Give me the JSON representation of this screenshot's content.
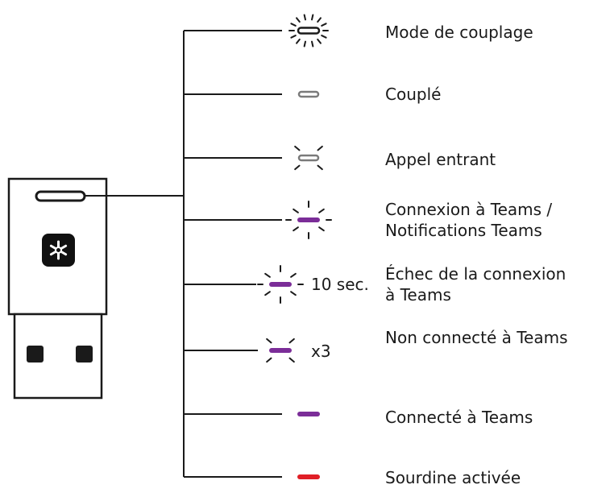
{
  "colors": {
    "line": "#1a1a1a",
    "led_white": "#ffffff",
    "led_outline": "#1a1a1a",
    "led_gray": "#7a7a7a",
    "led_purple": "#7b2d98",
    "led_red": "#e01f26",
    "device_body": "#ffffff",
    "device_outline": "#1a1a1a",
    "logo_bg": "#111111",
    "logo_fg": "#ffffff",
    "usb_contact": "#1a1a1a"
  },
  "device": {
    "logo_icon": "teams-star-icon"
  },
  "states": [
    {
      "id": "pairing",
      "lines": [
        "Mode de couplage"
      ],
      "led": "white-outline",
      "blink": "full-ring"
    },
    {
      "id": "paired",
      "lines": [
        "Couplé"
      ],
      "led": "gray",
      "blink": "none"
    },
    {
      "id": "incoming-call",
      "lines": [
        "Appel entrant"
      ],
      "led": "gray",
      "blink": "corners"
    },
    {
      "id": "teams-connecting",
      "lines": [
        "Connexion à Teams /",
        "Notifications Teams"
      ],
      "led": "purple",
      "blink": "ring"
    },
    {
      "id": "teams-connection-failed",
      "lines": [
        "Échec de la connexion",
        "à Teams"
      ],
      "led": "purple",
      "blink": "ring",
      "note": "10 sec."
    },
    {
      "id": "not-connected-teams",
      "lines": [
        "Non connecté à Teams"
      ],
      "led": "purple",
      "blink": "corners",
      "note": "x3"
    },
    {
      "id": "connected-teams",
      "lines": [
        "Connecté à Teams"
      ],
      "led": "purple",
      "blink": "none"
    },
    {
      "id": "mute-on",
      "lines": [
        "Sourdine activée"
      ],
      "led": "red",
      "blink": "none"
    }
  ]
}
